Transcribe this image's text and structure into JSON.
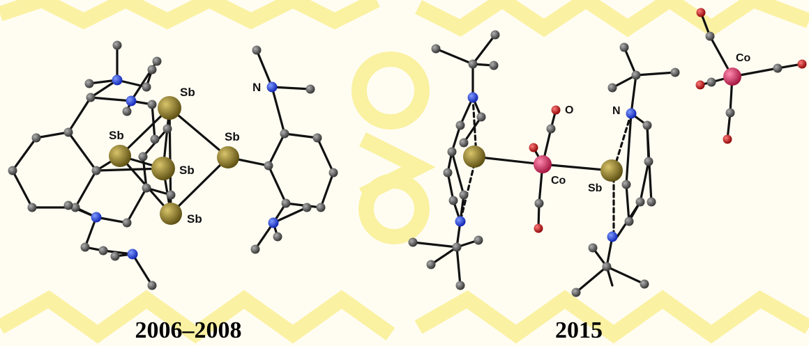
{
  "captions": {
    "left": "2006–2008",
    "right": "2015"
  },
  "labels": {
    "sb": "Sb",
    "n": "N",
    "co": "Co",
    "o": "O"
  },
  "colors": {
    "background": "#fffdf2",
    "watermark": "#f7e860",
    "carbon": "#555555",
    "nitrogen": "#1030e0",
    "antimony": "#8c7a22",
    "cobalt": "#e0205a",
    "oxygen": "#d41010",
    "bond": "#111111"
  }
}
